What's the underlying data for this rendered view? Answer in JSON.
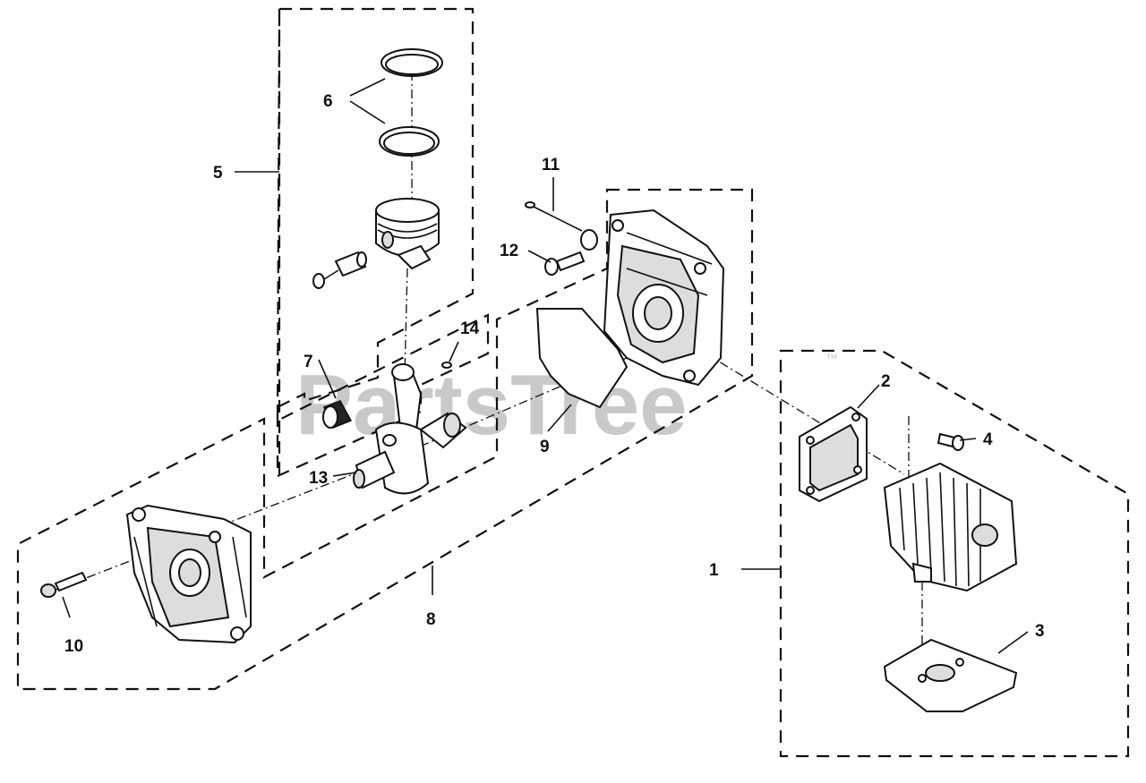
{
  "watermark": {
    "text": "PartsTree",
    "trademark": "™"
  },
  "callouts": [
    {
      "id": "1",
      "label": "1"
    },
    {
      "id": "2",
      "label": "2"
    },
    {
      "id": "3",
      "label": "3"
    },
    {
      "id": "4",
      "label": "4"
    },
    {
      "id": "5",
      "label": "5"
    },
    {
      "id": "6",
      "label": "6"
    },
    {
      "id": "7",
      "label": "7"
    },
    {
      "id": "8",
      "label": "8"
    },
    {
      "id": "9",
      "label": "9"
    },
    {
      "id": "10",
      "label": "10"
    },
    {
      "id": "11",
      "label": "11"
    },
    {
      "id": "12",
      "label": "12"
    },
    {
      "id": "13",
      "label": "13"
    },
    {
      "id": "14",
      "label": "14"
    }
  ]
}
